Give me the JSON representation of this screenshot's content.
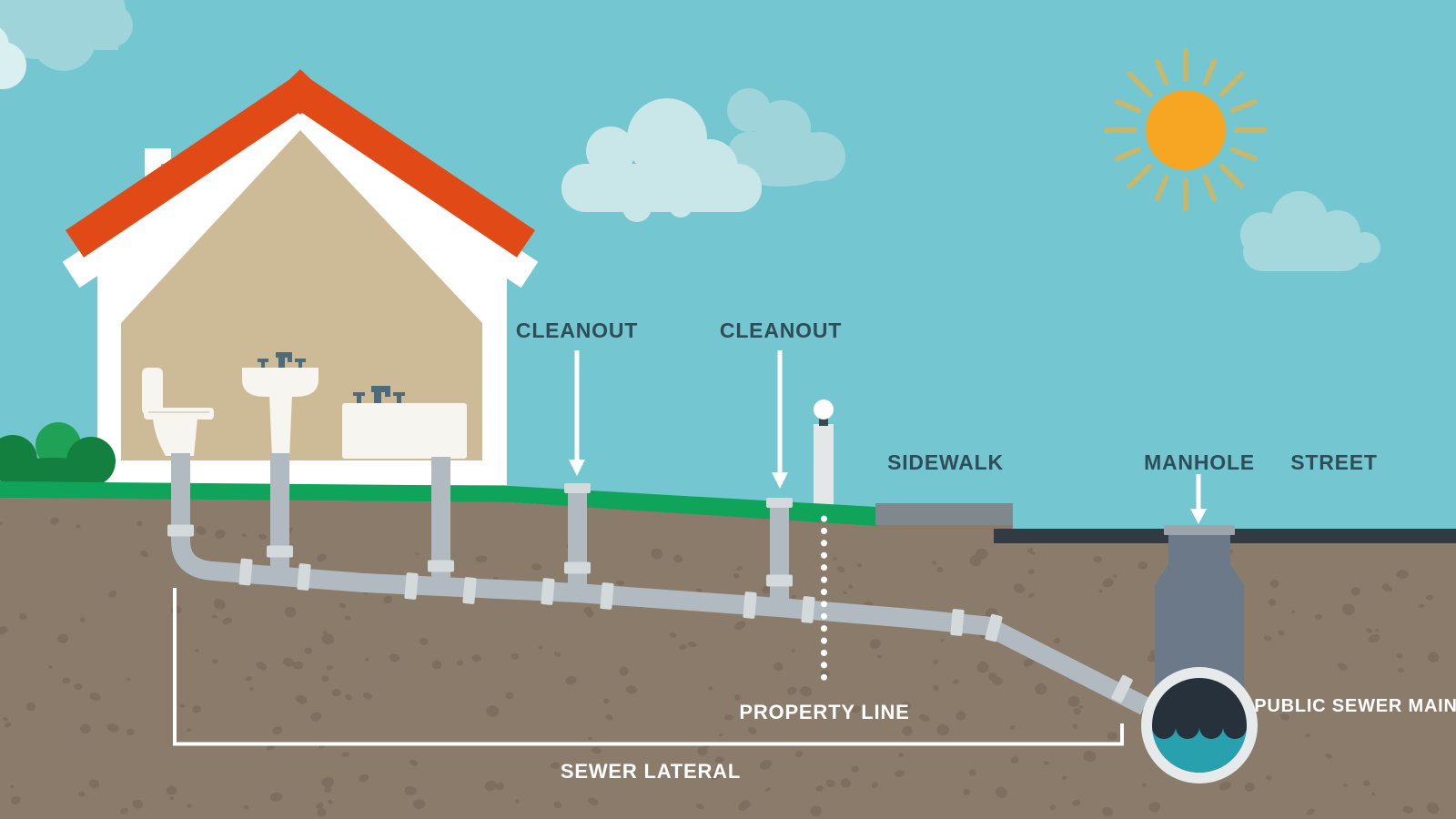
{
  "scene": {
    "description": "Cross-section illustration of a residential sewer lateral running from a house, past two cleanouts and the property line, under the sidewalk and street to the public sewer main below a manhole"
  },
  "labels": {
    "cleanout_1": "CLEANOUT",
    "cleanout_2": "CLEANOUT",
    "sidewalk": "SIDEWALK",
    "manhole": "MANHOLE",
    "street": "STREET",
    "property_line": "PROPERTY LINE",
    "sewer_lateral": "SEWER LATERAL",
    "public_sewer_main": "PUBLIC SEWER MAIN"
  },
  "colors": {
    "sky": "#74C7D0",
    "cloud_medium": "#9ED4DA",
    "cloud_light": "#CDE9EB",
    "sun": "#F6A623",
    "sun_rays": "#D9B656",
    "roof": "#E14A16",
    "house_trim": "#FFFFFF",
    "house_interior": "#CDBB98",
    "fixture_white": "#F7F5F0",
    "faucet": "#4E6B7B",
    "bush_dark": "#14803F",
    "bush_light": "#1FA156",
    "grass": "#0FA45A",
    "dirt": "#8B7B6B",
    "dirt_speckle": "#6F6254",
    "pipe": "#B0BAC0",
    "pipe_coupling": "#D4DADC",
    "sidewalk_surface": "#7F888C",
    "street_surface": "#333B42",
    "manhole_structure": "#6B7988",
    "manhole_cover": "#9CA5AB",
    "sewer_ring": "#E6EAEB",
    "sewer_interior": "#27313C",
    "sewer_water": "#29A0AE",
    "label_dark": "#2F4D59",
    "label_light": "#FFFFFF"
  }
}
